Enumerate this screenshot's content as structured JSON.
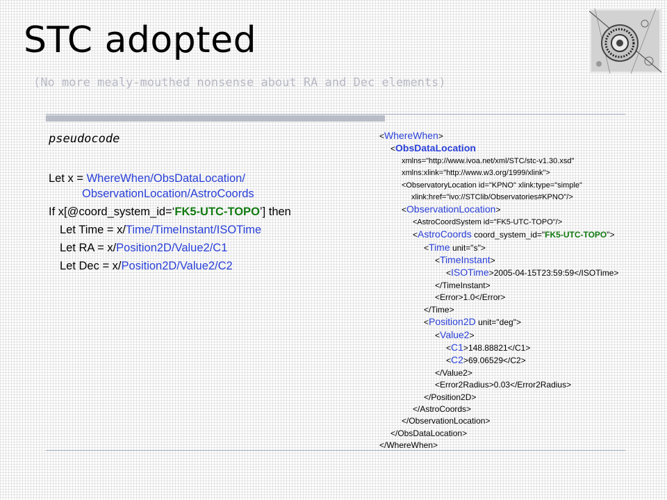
{
  "title": "STC adopted",
  "subtitle": "(No more mealy-mouthed nonsense about RA and Dec elements)",
  "pseudocode": {
    "label": "pseudocode",
    "l1_pre": "Let  x = ",
    "l1_path": "WhereWhen/ObsDataLocation/",
    "l1_cont": "ObservationLocation/AstroCoords",
    "l2_pre": "If x[@coord_system_id=‘",
    "l2_val": "FK5-UTC-TOPO",
    "l2_post": "’] then",
    "l3_pre": "Let Time = x/",
    "l3_path": "Time/TimeInstant/ISOTime",
    "l4_pre": "Let RA = x/",
    "l4_path": "Position2D/Value2/C1",
    "l5_pre": "Let Dec = x/",
    "l5_path": "Position2D/Value2/C2"
  },
  "xml": {
    "wherewhen": "WhereWhen",
    "obsdatalocation": "ObsDataLocation",
    "xmlns": "xmlns=\"http://www.ivoa.net/xml/STC/stc-v1.30.xsd\"",
    "xmlns_xlink": "xmlns:xlink=\"http://www.w3.org/1999/xlink\">",
    "observatory_line1": "<ObservatoryLocation id=\"KPNO\" xlink:type=\"simple\"",
    "observatory_line2": "xlink:href=\"ivo://STClib/Observatories#KPNO\"/>",
    "observationlocation": "ObservationLocation",
    "astrocoordsystem": "<AstroCoordSystem id=\"FK5-UTC-TOPO\"/>",
    "astrocoords": "AstroCoords",
    "astrocoords_attr_pre": "coord_system_id=\"",
    "astrocoords_attr_val": "FK5-UTC-TOPO",
    "astrocoords_attr_post": "\">",
    "time": "Time",
    "time_attr": "unit=\"s\">",
    "timeinstant": "TimeInstant",
    "isotime": "ISOTime",
    "isotime_value": "2005-04-15T23:59:59",
    "isotime_close": "</ISOTime>",
    "timeinstant_close": "</TimeInstant>",
    "error_line": "<Error>1.0</Error>",
    "time_close": "</Time>",
    "position2d": "Position2D",
    "position2d_attr": "unit=\"deg\">",
    "value2": "Value2",
    "c1": "C1",
    "c1_value": "148.88821</C1>",
    "c2": "C2",
    "c2_value": "69.06529</C2>",
    "value2_close": "</Value2>",
    "error2radius_line": "<Error2Radius>0.03</Error2Radius>",
    "position2d_close": "</Position2D>",
    "astrocoords_close": "</AstroCoords>",
    "observationlocation_close": "</ObservationLocation>",
    "obsdatalocation_close": "</ObsDataLocation>",
    "wherewhen_close": "</WhereWhen>"
  }
}
